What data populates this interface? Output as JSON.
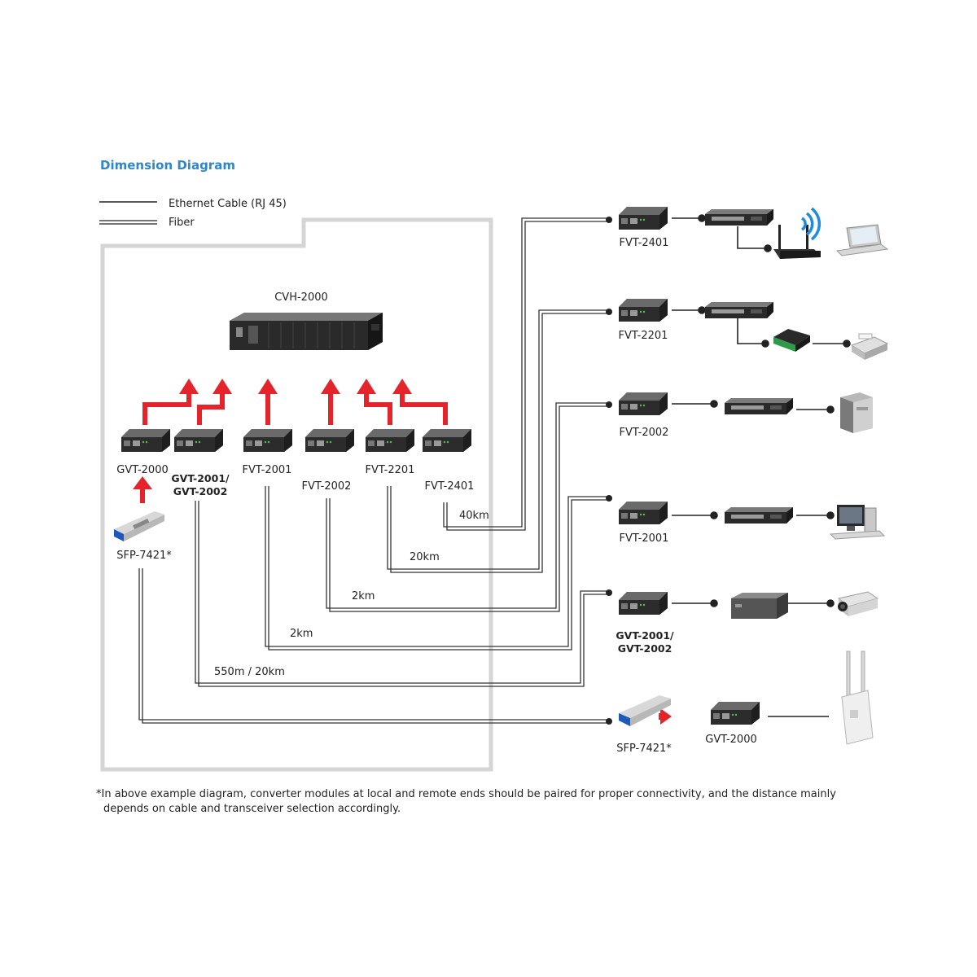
{
  "title": "Dimension Diagram",
  "legend": {
    "ethernet": "Ethernet Cable (RJ 45)",
    "fiber": "Fiber"
  },
  "chassis": {
    "label": "CVH-2000"
  },
  "local_modules": {
    "gvt2000": "GVT-2000",
    "gvt2001": "GVT-2001/\nGVT-2002",
    "fvt2001": "FVT-2001",
    "fvt2002": "FVT-2002",
    "fvt2201": "FVT-2201",
    "fvt2401": "FVT-2401",
    "sfp": "SFP-7421*"
  },
  "distances": {
    "d40": "40km",
    "d20": "20km",
    "d2a": "2km",
    "d2b": "2km",
    "d550": "550m / 20km"
  },
  "remote_modules": {
    "fvt2401": "FVT-2401",
    "fvt2201": "FVT-2201",
    "fvt2002": "FVT-2002",
    "fvt2001": "FVT-2001",
    "gvt2001": "GVT-2001/\nGVT-2002",
    "sfp": "SFP-7421*",
    "gvt2000": "GVT-2000"
  },
  "footnote": {
    "star": "*",
    "line1": "In above example diagram, converter modules at local and remote ends should be paired for proper connectivity, and the distance mainly",
    "line2": "depends on cable and transceiver selection accordingly."
  },
  "colors": {
    "title": "#2f86c8",
    "arrow": "#e5232b",
    "frame": "#d5d5d5",
    "device": "#3a3a3a"
  },
  "icons": [
    "media-converter-icon",
    "chassis-icon",
    "sfp-module-icon",
    "switch-icon",
    "wireless-router-icon",
    "laptop-icon",
    "printer-icon",
    "print-server-icon",
    "desktop-pc-icon",
    "monitor-pc-icon",
    "nvr-icon",
    "ip-camera-icon",
    "access-point-icon"
  ]
}
